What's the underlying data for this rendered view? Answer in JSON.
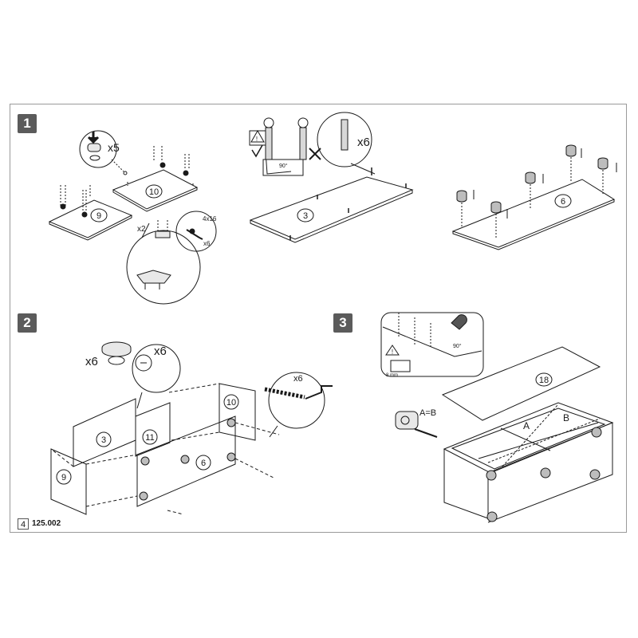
{
  "steps": [
    "1",
    "2",
    "3"
  ],
  "footer": {
    "page": "4",
    "code": "125.002"
  },
  "step1": {
    "cam_qty": "x5",
    "panel_9": "9",
    "panel_10": "10",
    "bracket_qty": "x2",
    "screw_size": "4x16",
    "screw_qty": "x6",
    "dowel_qty": "x6",
    "angle": "90°",
    "panel_3": "3",
    "panel_6": "6"
  },
  "step2": {
    "cam_qty": "x6",
    "tool_qty": "x6",
    "screw_qty": "x6",
    "panel_3": "3",
    "panel_9": "9",
    "panel_10": "10",
    "panel_11": "11",
    "panel_6": "6"
  },
  "step3": {
    "panel_18": "18",
    "diag_a": "A",
    "diag_b": "B",
    "measure": "A=B",
    "angle": "90°",
    "gap": "8 mm"
  },
  "colors": {
    "line": "#1a1a1a",
    "badge": "#5b5b5b",
    "border": "#9a9a9a"
  }
}
